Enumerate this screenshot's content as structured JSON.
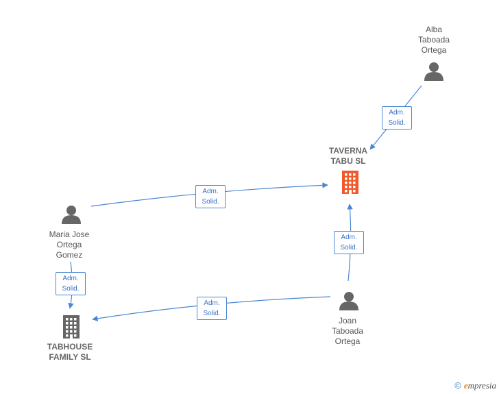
{
  "nodes": [
    {
      "id": "alba",
      "kind": "person",
      "label": "Alba\nTaboada\nOrtega",
      "color": "#666666"
    },
    {
      "id": "taverna",
      "kind": "company",
      "label": "TAVERNA\nTABU  SL",
      "color": "#f05a2a"
    },
    {
      "id": "maria",
      "kind": "person",
      "label": "Maria Jose\nOrtega\nGomez",
      "color": "#666666"
    },
    {
      "id": "joan",
      "kind": "person",
      "label": "Joan\nTaboada\nOrtega",
      "color": "#666666"
    },
    {
      "id": "tabhouse",
      "kind": "company",
      "label": "TABHOUSE\nFAMILY  SL",
      "color": "#666666"
    }
  ],
  "edges": [
    {
      "from": "alba",
      "to": "taverna",
      "label": "Adm.\nSolid."
    },
    {
      "from": "maria",
      "to": "taverna",
      "label": "Adm.\nSolid."
    },
    {
      "from": "joan",
      "to": "taverna",
      "label": "Adm.\nSolid."
    },
    {
      "from": "maria",
      "to": "tabhouse",
      "label": "Adm.\nSolid."
    },
    {
      "from": "joan",
      "to": "tabhouse",
      "label": "Adm.\nSolid."
    }
  ],
  "colors": {
    "edge": "#4a86d4",
    "accent_company": "#f05a2a",
    "neutral": "#666666"
  },
  "watermark": {
    "symbol": "©",
    "brand_initial": "e",
    "brand_rest": "mpresia"
  }
}
